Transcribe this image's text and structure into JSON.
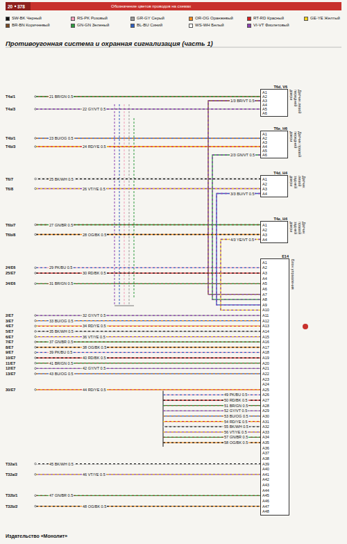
{
  "diagram": {
    "title": "Противоугонная система и охранная сигнализация (часть 1)",
    "nodes": [
      {
        "text": [
          "T6d, V6",
          "Датчик левой передней двери"
        ]
      },
      {
        "text": [
          "T6e, H6",
          "Датчик правой передней двери"
        ]
      },
      {
        "text": [
          "T4d, H4",
          "Датчик левой задней двери"
        ]
      },
      {
        "text": [
          "T4e, H4",
          "Датчик правой задней двери"
        ]
      },
      {
        "text": [
          "E14",
          "Блок управления"
        ]
      }
    ],
    "edges": [
      {
        "from": 0,
        "to": 4,
        "arrow": "none",
        "label": "1/3 BR/VT 0.5"
      },
      {
        "from": 1,
        "to": 4,
        "arrow": "none",
        "label": "2/3 GN/VT 0.5"
      },
      {
        "from": 2,
        "to": 4,
        "arrow": "none",
        "label": "3/3 BU/VT 0.5"
      },
      {
        "from": 3,
        "to": 4,
        "arrow": "none",
        "label": "4/3 YE/VT 0.5"
      }
    ],
    "labels": [
      "20",
      "378",
      "Обозначение цветов проводов на схемах",
      "Издательство «Монолит»",
      "A1",
      "A2",
      "A3",
      "A4",
      "A5",
      "A6",
      "A1",
      "A2",
      "A3",
      "A4",
      "A5",
      "A6",
      "A1",
      "A2",
      "A3",
      "A4",
      "A1",
      "A2",
      "A3",
      "A4",
      "A1",
      "A2",
      "A3",
      "A4",
      "A5",
      "A6",
      "A7",
      "A8",
      "A9",
      "A10",
      "A11",
      "A12",
      "A13",
      "A14",
      "A15",
      "A16",
      "A17",
      "A18",
      "A19",
      "A20",
      "A21",
      "A22",
      "A23",
      "A24",
      "A25",
      "A26",
      "A27",
      "A28",
      "A29",
      "A30",
      "A31",
      "A32",
      "A33",
      "A34",
      "A35",
      "A36",
      "A37",
      "A38",
      "A39",
      "A40",
      "A41",
      "A42",
      "A43",
      "A44",
      "A45",
      "A46",
      "A47",
      "A48",
      "T4a/1",
      "T4a/3",
      "T4b/1",
      "T4b/3",
      "T6/7",
      "T6/8",
      "T6b/7",
      "T6b/8",
      "24/E6",
      "25/E7",
      "34/E6",
      "2/E7",
      "3/E7",
      "4/E7",
      "5/E7",
      "6/E7",
      "7/E7",
      "8/E7",
      "9/E7",
      "10/E7",
      "11/E7",
      "12/E7",
      "13/E7",
      "30/E7",
      "T32a/1",
      "T32a/2",
      "T32b/1",
      "T32b/2",
      "21 BR/GN 0.5",
      "22 GY/VT 0.5",
      "23 BU/OG 0.5",
      "24 RD/YE 0.5",
      "25 BK/WH 0.5",
      "26 VT/YE 0.5",
      "27 GN/BR 0.5",
      "28 OG/BK 0.5",
      "29 PK/BU 0.5",
      "30 RD/BK 0.5",
      "31 BR/GN 0.5",
      "32 GY/VT 0.5",
      "33 BU/OG 0.5",
      "34 RD/YE 0.5",
      "35 BK/WH 0.5",
      "36 VT/YE 0.5",
      "37 GN/BR 0.5",
      "38 OG/BK 0.5",
      "39 PK/BU 0.5",
      "40 RD/BK 0.5",
      "41 BR/GN 0.5",
      "42 GY/VT 0.5",
      "43 BU/OG 0.5",
      "44 RD/YE 0.5",
      "45 BK/WH 0.5",
      "46 VT/YE 0.5",
      "47 GN/BR 0.5",
      "48 OG/BK 0.5",
      "49 PK/BU 0.5",
      "50 RD/BK 0.5",
      "51 BR/GN 0.5",
      "52 GY/VT 0.5",
      "53 BU/OG 0.5",
      "54 RD/YE 0.5",
      "55 BK/WH 0.5",
      "56 VT/YE 0.5",
      "57 GN/BR 0.5",
      "58 OG/BK 0.5"
    ],
    "legend": [
      {
        "text": "SW-BK Черный",
        "color": "#111111"
      },
      {
        "text": "BR-BN Коричневый",
        "color": "#7a4a22"
      },
      {
        "text": "RS-PK Розовый",
        "color": "#f29bb7"
      },
      {
        "text": "GN-GN Зеленый",
        "color": "#2e9a3e"
      },
      {
        "text": "GR-GY Серый",
        "color": "#9a9a9a"
      },
      {
        "text": "BL-BU Синий",
        "color": "#2f5fc0"
      },
      {
        "text": "OR-OG Оранжевый",
        "color": "#f08a1c"
      },
      {
        "text": "WS-WH Белый",
        "color": "#ffffff"
      },
      {
        "text": "RT-RD Красный",
        "color": "#d62020"
      },
      {
        "text": "VI-VT Фиолетовый",
        "color": "#8a3fb0"
      },
      {
        "text": "GE-YE Желтый",
        "color": "#f2d21c"
      }
    ]
  }
}
